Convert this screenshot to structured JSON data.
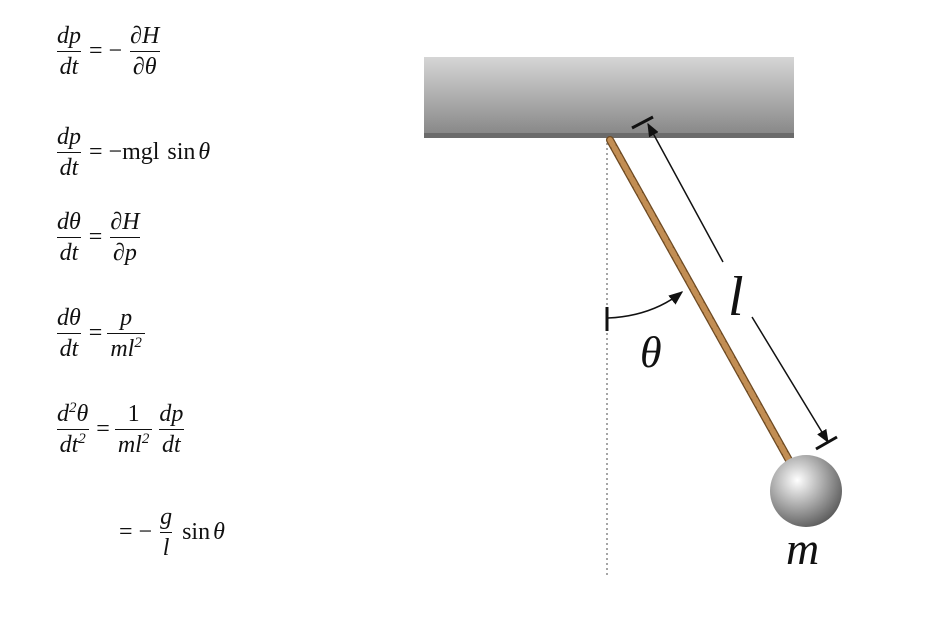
{
  "equations": [
    {
      "lhs_num": "dp",
      "lhs_den": "dt",
      "rhs_prefix": "= −",
      "rhs_num": "∂H",
      "rhs_den": "∂θ"
    },
    {
      "lhs_num": "dp",
      "lhs_den": "dt",
      "rhs": "= −mgl",
      "fn": "sin",
      "arg": "θ"
    },
    {
      "lhs_num": "dθ",
      "lhs_den": "dt",
      "rhs_prefix": "=",
      "rhs_num": "∂H",
      "rhs_den": "∂p"
    },
    {
      "lhs_num": "dθ",
      "lhs_den": "dt",
      "rhs_prefix": "=",
      "rhs_num": "p",
      "rhs_den_base": "ml",
      "rhs_den_sup": "2"
    },
    {
      "lhs_num_base": "d",
      "lhs_num_sup": "2",
      "lhs_num_rest": "θ",
      "lhs_den_base": "dt",
      "lhs_den_sup": "2",
      "rhs_prefix": "=",
      "rhs_num": "1",
      "rhs_den_base": "ml",
      "rhs_den_sup": "2",
      "rhs2_num": "dp",
      "rhs2_den": "dt"
    },
    {
      "rhs_prefix": "= −",
      "rhs_num": "g",
      "rhs_den": "l",
      "fn": "sin",
      "arg": "θ"
    }
  ],
  "diagram": {
    "length_label": "l",
    "angle_label": "θ",
    "mass_label": "m",
    "colors": {
      "ceiling_top": "#d4d4d4",
      "ceiling_bottom": "#8a8a8a",
      "rope": "#b07f45",
      "bob": "#9a9a9a"
    }
  }
}
